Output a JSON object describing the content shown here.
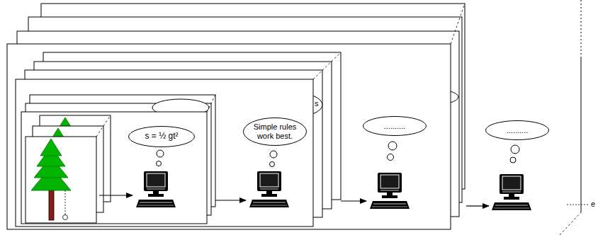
{
  "diagram": {
    "nodes": [
      {
        "text": [
          "s = ½ gt²"
        ]
      },
      {
        "text": [
          "Simple rules work best."
        ]
      },
      {
        "text": [
          ".........."
        ]
      },
      {
        "text": [
          ".........."
        ]
      }
    ],
    "labels": [
      "s",
      "e"
    ]
  }
}
